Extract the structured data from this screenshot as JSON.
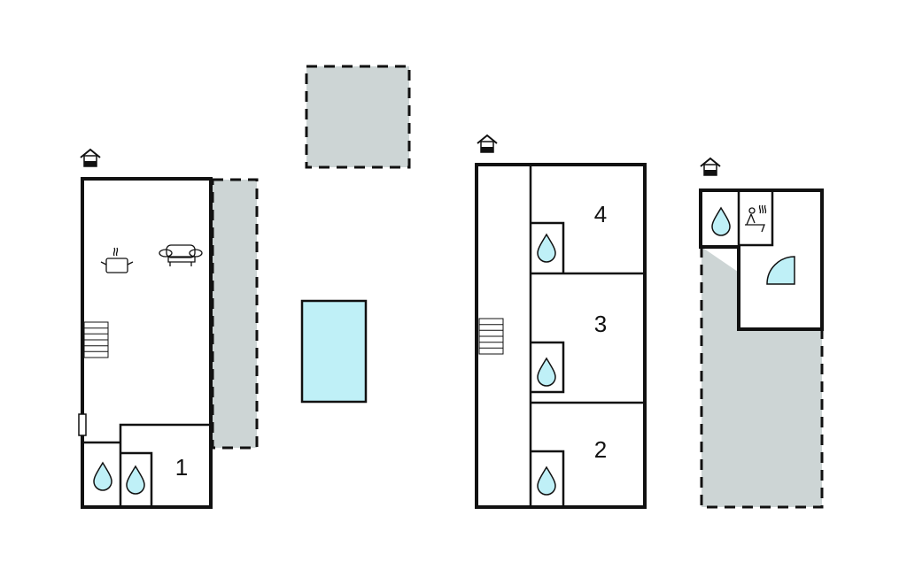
{
  "colors": {
    "wall": "#111111",
    "terrace": "#cdd5d5",
    "water": "#bff0f7"
  },
  "buildings": [
    {
      "name": "ground-floor",
      "rooms": [
        {
          "label": "1"
        }
      ]
    },
    {
      "name": "first-floor",
      "rooms": [
        {
          "label": "4"
        },
        {
          "label": "3"
        },
        {
          "label": "2"
        }
      ]
    },
    {
      "name": "annex",
      "rooms": []
    }
  ],
  "icons": [
    "entrance-icon",
    "kitchen-icon",
    "sofa-icon",
    "stairs-icon",
    "bathroom-icon",
    "sauna-icon",
    "shower-icon",
    "pool"
  ]
}
